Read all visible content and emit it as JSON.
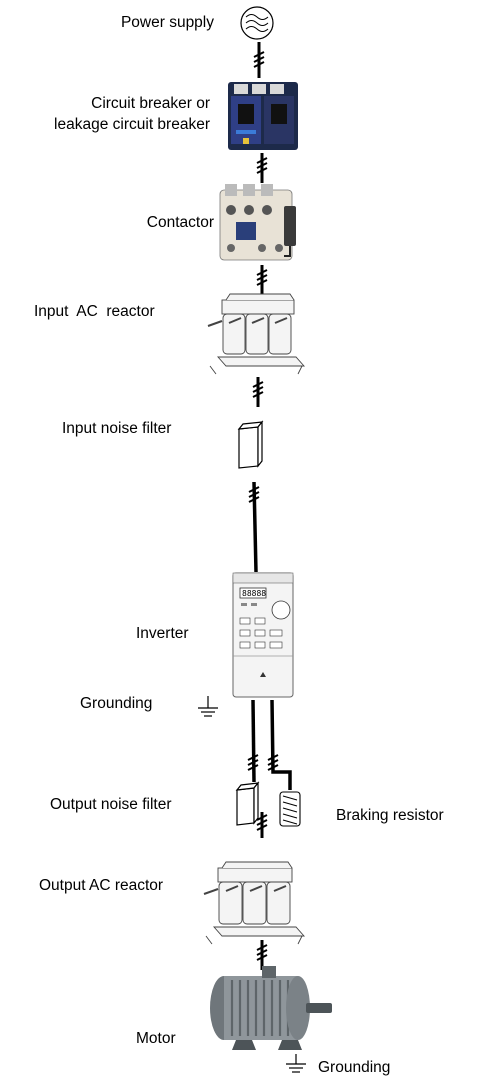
{
  "labels": {
    "power_supply": "Power supply",
    "breaker_line1": "Circuit breaker or",
    "breaker_line2": "leakage circuit breaker",
    "contactor": "Contactor",
    "input_ac_reactor": "Input  AC  reactor",
    "input_noise_filter": "Input noise filter",
    "inverter": "Inverter",
    "grounding_inverter": "Grounding",
    "output_noise_filter": "Output noise filter",
    "braking_resistor": "Braking resistor",
    "output_ac_reactor": "Output AC reactor",
    "motor": "Motor",
    "grounding_motor": "Grounding"
  },
  "colors": {
    "line": "#000000",
    "breaker_body": "#1d2a4a",
    "breaker_face": "#2f3f86",
    "contactor_body": "#e8e2d6",
    "reactor": "#f2f2f2",
    "inverter_body": "#f4f4f4",
    "motor_body": "#8f969b",
    "motor_dark": "#4d5458"
  },
  "icons": [
    "ac-source-icon",
    "circuit-breaker-icon",
    "contactor-icon",
    "ac-reactor-icon",
    "noise-filter-icon",
    "inverter-icon",
    "ground-icon",
    "braking-resistor-icon",
    "motor-icon"
  ]
}
